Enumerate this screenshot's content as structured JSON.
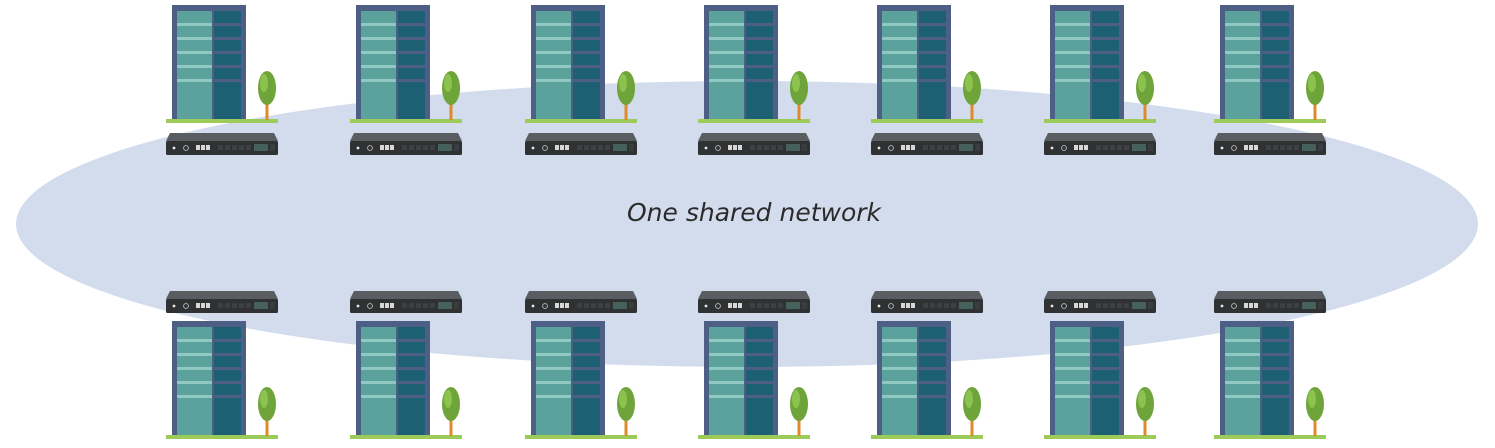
{
  "network": {
    "label": "One shared network",
    "fill_color": "#d3dced"
  },
  "colors": {
    "building_frame": "#4d5f85",
    "building_left": "#5ba29c",
    "building_right": "#1d5f73",
    "building_band": "#8fc9c1",
    "ground": "#9ccb5a",
    "tree_crown": "#6fa43b",
    "tree_crown_light": "#8cc24e",
    "tree_trunk": "#e0892b",
    "device_body": "#2f3133",
    "device_top": "#5a5e62"
  },
  "icons": {
    "building": "office-building-icon",
    "tree": "tree-icon",
    "device": "network-switch-icon"
  },
  "sites": {
    "top_row_count": 7,
    "bottom_row_count": 7
  }
}
